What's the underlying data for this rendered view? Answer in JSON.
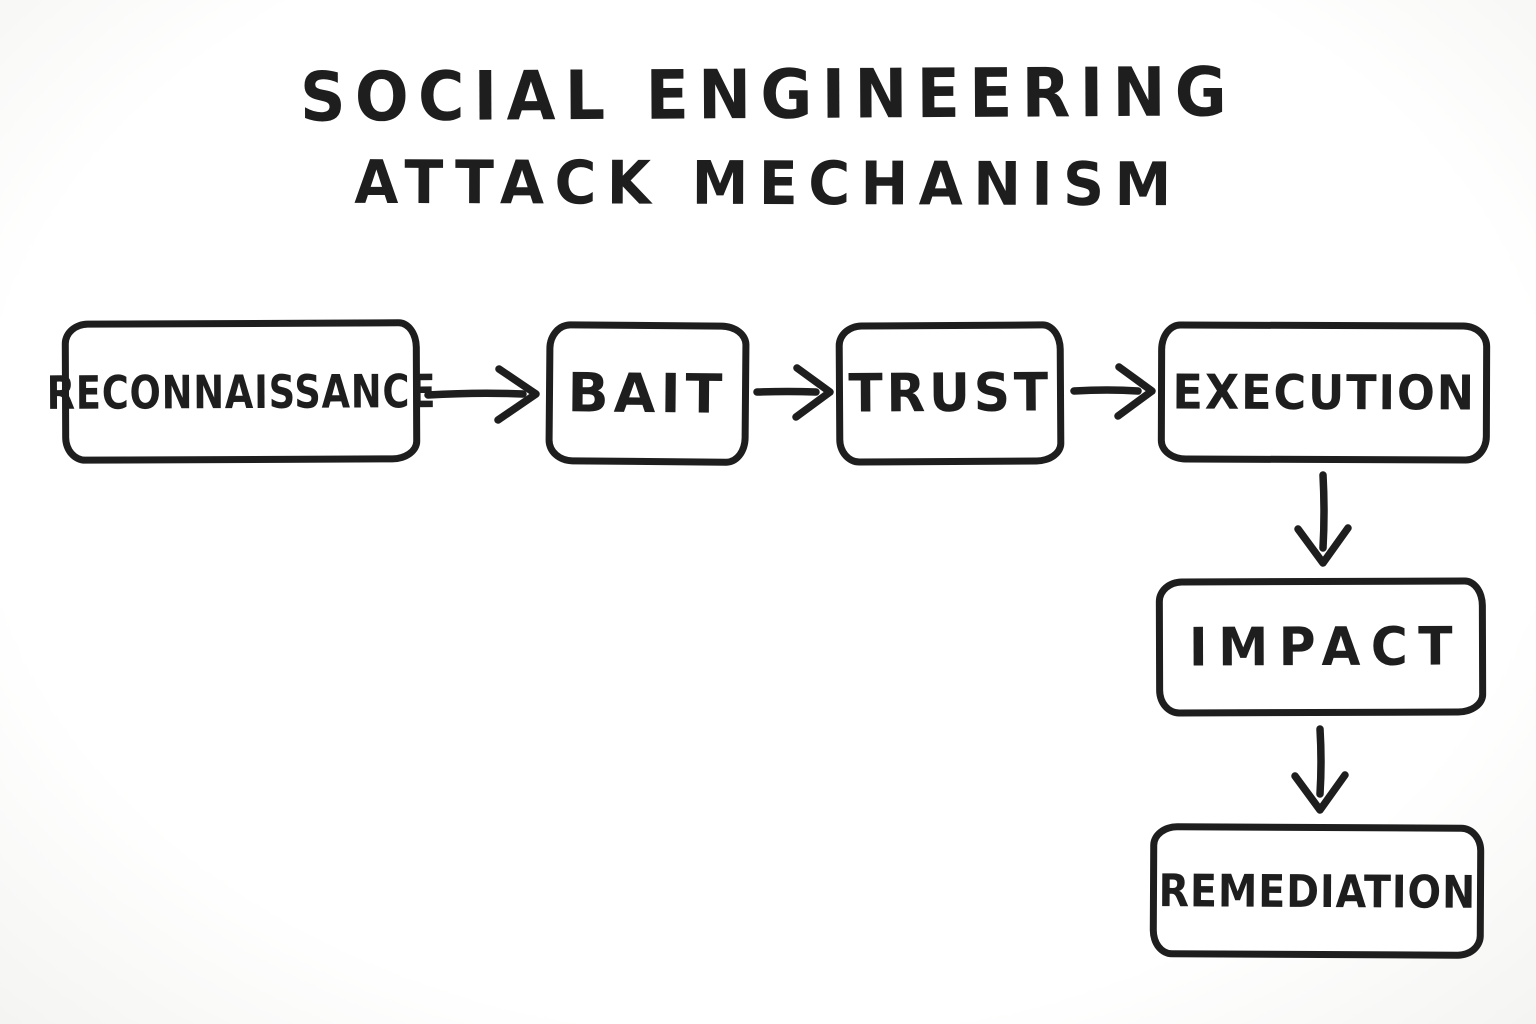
{
  "title": {
    "line1": "SOCIAL ENGINEERING",
    "line2": "ATTACK MECHANISM"
  },
  "diagram": {
    "type": "flowchart",
    "style": "hand-drawn",
    "nodes": [
      {
        "id": "reconnaissance",
        "label": "RECONNAISSANCE"
      },
      {
        "id": "bait",
        "label": "BAIT"
      },
      {
        "id": "trust",
        "label": "TRUST"
      },
      {
        "id": "execution",
        "label": "EXECUTION"
      },
      {
        "id": "impact",
        "label": "IMPACT"
      },
      {
        "id": "remediation",
        "label": "REMEDIATION"
      }
    ],
    "edges": [
      {
        "from": "reconnaissance",
        "to": "bait",
        "direction": "right"
      },
      {
        "from": "bait",
        "to": "trust",
        "direction": "right"
      },
      {
        "from": "trust",
        "to": "execution",
        "direction": "right"
      },
      {
        "from": "execution",
        "to": "impact",
        "direction": "down"
      },
      {
        "from": "impact",
        "to": "remediation",
        "direction": "down"
      }
    ]
  },
  "colors": {
    "ink": "#1e1e1e",
    "background": "#ffffff"
  }
}
